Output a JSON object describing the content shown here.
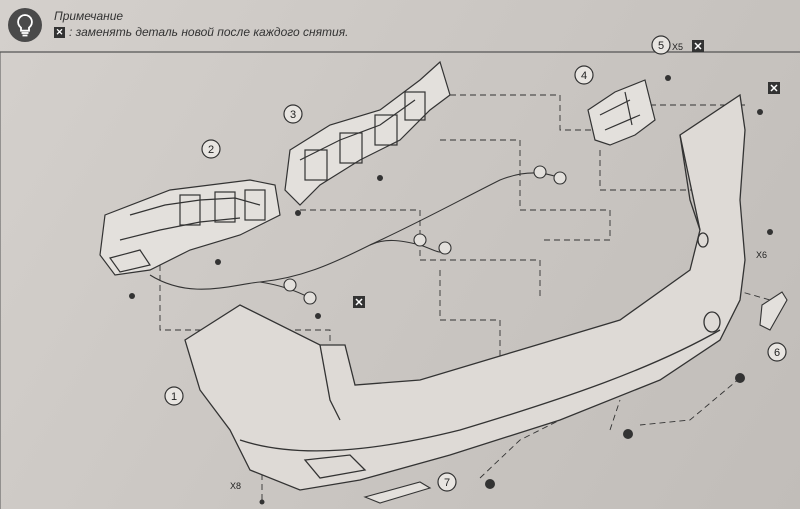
{
  "note": {
    "title": "Примечание",
    "text": ": заменять деталь новой после каждого снятия."
  },
  "callouts": {
    "c1": "1",
    "c2": "2",
    "c3": "3",
    "c4": "4",
    "c5": "5",
    "c6": "6",
    "c7": "7"
  },
  "quantities": {
    "q5": "X5",
    "q6": "X6",
    "q8": "X8"
  },
  "icons": {
    "note_icon": "lightbulb-icon",
    "replace_icon": "replace-part-icon"
  }
}
